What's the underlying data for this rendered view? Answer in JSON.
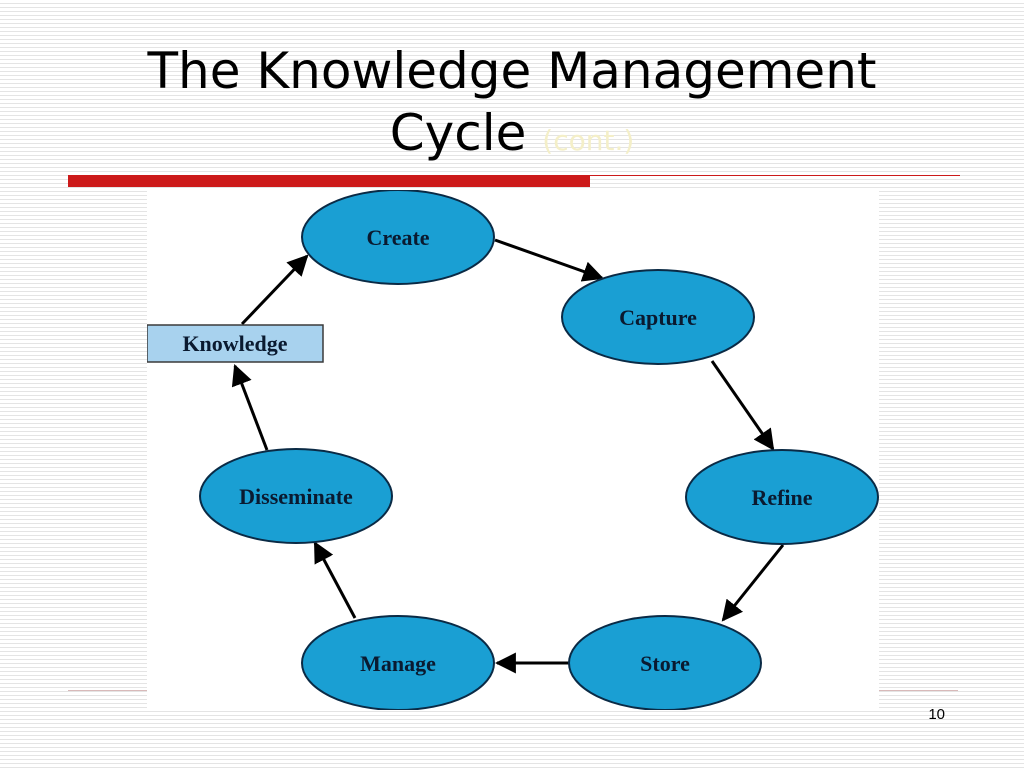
{
  "slide": {
    "title_line1": "The Knowledge Management",
    "title_line2": "Cycle",
    "title_suffix": "(cont.)",
    "page_number": "10"
  },
  "colors": {
    "accent_red": "#cc1a1a",
    "node_fill": "#1a9fd3",
    "node_stroke": "#0a2a45",
    "box_fill": "#a8d2ee"
  },
  "diagram": {
    "nodes": [
      {
        "id": "create",
        "label": "Create"
      },
      {
        "id": "capture",
        "label": "Capture"
      },
      {
        "id": "refine",
        "label": "Refine"
      },
      {
        "id": "store",
        "label": "Store"
      },
      {
        "id": "manage",
        "label": "Manage"
      },
      {
        "id": "disseminate",
        "label": "Disseminate"
      }
    ],
    "box": {
      "label": "Knowledge"
    },
    "edges": [
      {
        "from": "create",
        "to": "capture"
      },
      {
        "from": "capture",
        "to": "refine"
      },
      {
        "from": "refine",
        "to": "store"
      },
      {
        "from": "store",
        "to": "manage"
      },
      {
        "from": "manage",
        "to": "disseminate"
      },
      {
        "from": "disseminate",
        "to": "knowledge"
      },
      {
        "from": "knowledge",
        "to": "create"
      }
    ]
  }
}
